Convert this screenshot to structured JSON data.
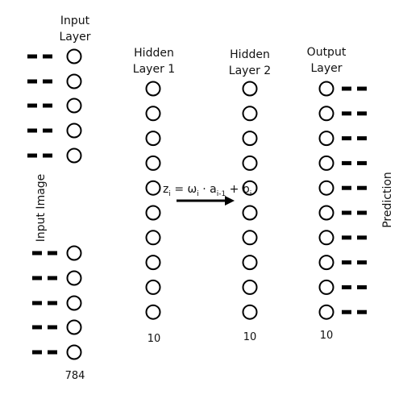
{
  "input_layer": {
    "label_line1": "Input",
    "label_line2": "Layer",
    "count": "784",
    "side_label": "Input Image"
  },
  "hidden_layer_1": {
    "label_line1": "Hidden",
    "label_line2": "Layer 1",
    "count": "10"
  },
  "hidden_layer_2": {
    "label_line1": "Hidden",
    "label_line2": "Layer 2",
    "count": "10"
  },
  "output_layer": {
    "label_line1": "Output",
    "label_line2": "Layer",
    "count": "10",
    "side_label": "Prediction"
  },
  "formula": {
    "z": "z",
    "z_sub": "i",
    "eq": " = ",
    "w": "ω",
    "w_sub": "i",
    "dot": " · ",
    "a": "a",
    "a_sub": "i-1",
    "plus": " + ",
    "b": "b",
    "b_sub": "i"
  }
}
